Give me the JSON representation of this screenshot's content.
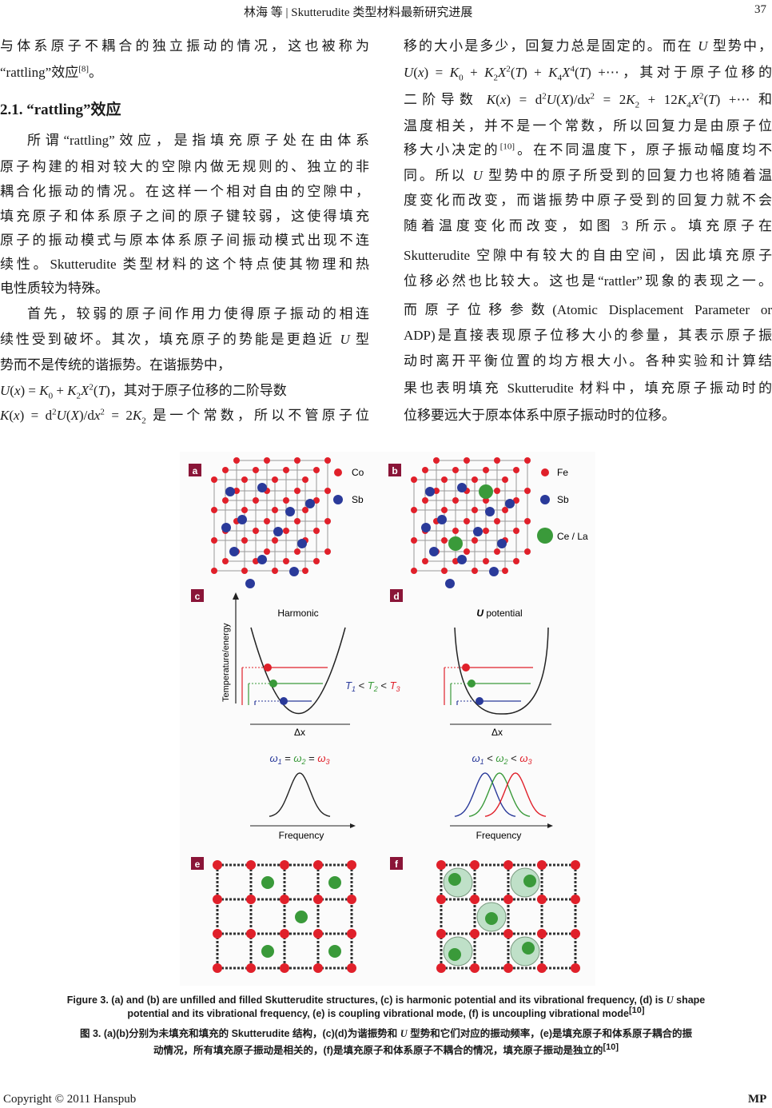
{
  "header": {
    "title": "林海  等  | Skutterudite 类型材料最新研究进展",
    "page_number": "37"
  },
  "left_column": {
    "lines": [
      [
        {
          "t": "与体系原子不耦合的独立振动的情况，这也被称为"
        }
      ],
      [
        {
          "t": "“rattling”效应"
        },
        {
          "sup": "[8]"
        },
        {
          "t": "。"
        }
      ],
      [
        {
          "t": "  所谓“rattling”效应，是指填充原子处在由体系"
        }
      ],
      [
        {
          "t": "原子构建的相对较大的空隙内做无规则的、独立的非"
        }
      ],
      [
        {
          "t": "耦合化振动的情况。在这样一个相对自由的空隙中，"
        }
      ],
      [
        {
          "t": "填充原子和体系原子之间的原子键较弱，这使得填充"
        }
      ],
      [
        {
          "t": "原子的振动模式与原本体系原子间振动模式出现不连"
        }
      ],
      [
        {
          "t": "续性。Skutterudite 类型材料的这个特点使其物理和热"
        }
      ],
      [
        {
          "t": "电性质较为特殊。"
        }
      ],
      [
        {
          "t": "  首先，较弱的原子间作用力使得原子振动的相连"
        }
      ],
      [
        {
          "t": "续性受到破坏。其次，填充原子的势能是更趋近 "
        },
        {
          "i": "U"
        },
        {
          "t": " 型"
        }
      ],
      [
        {
          "t": "势而不是传统的谐振势。在谐振势中，"
        }
      ],
      [
        {
          "i": "U"
        },
        {
          "t": "("
        },
        {
          "i": "x"
        },
        {
          "t": ") = "
        },
        {
          "i": "K"
        },
        {
          "sub": "0"
        },
        {
          "t": " + "
        },
        {
          "i": "K"
        },
        {
          "sub": "2"
        },
        {
          "i": "X"
        },
        {
          "sup": "2"
        },
        {
          "t": "("
        },
        {
          "i": "T"
        },
        {
          "t": ")，其对于原子位移的二阶导数"
        }
      ],
      [
        {
          "i": "K"
        },
        {
          "t": "("
        },
        {
          "i": "x"
        },
        {
          "t": ") = d"
        },
        {
          "sup": "2"
        },
        {
          "i": "U"
        },
        {
          "t": "("
        },
        {
          "i": "X"
        },
        {
          "t": ")/d"
        },
        {
          "i": "x"
        },
        {
          "sup": "2"
        },
        {
          "t": " = 2"
        },
        {
          "i": "K"
        },
        {
          "sub": "2"
        },
        {
          "t": " 是一个常数，所以不管原子位"
        }
      ]
    ],
    "heading": "2.1. “rattling”效应"
  },
  "right_column": {
    "lines": [
      [
        {
          "t": "移的大小是多少，回复力总是固定的。而在 "
        },
        {
          "i": "U"
        },
        {
          "t": " 型势中，"
        }
      ],
      [
        {
          "i": "U"
        },
        {
          "t": "("
        },
        {
          "i": "x"
        },
        {
          "t": ") = "
        },
        {
          "i": "K"
        },
        {
          "sub": "0"
        },
        {
          "t": " + "
        },
        {
          "i": "K"
        },
        {
          "sub": "2"
        },
        {
          "i": "X"
        },
        {
          "sup": "2"
        },
        {
          "t": "("
        },
        {
          "i": "T"
        },
        {
          "t": ") + "
        },
        {
          "i": "K"
        },
        {
          "sub": "4"
        },
        {
          "i": "X"
        },
        {
          "sup": "4"
        },
        {
          "t": "("
        },
        {
          "i": "T"
        },
        {
          "t": ") +⋯，其对于原子位移的"
        }
      ],
      [
        {
          "t": "二阶导数 "
        },
        {
          "i": "K"
        },
        {
          "t": "("
        },
        {
          "i": "x"
        },
        {
          "t": ") = d"
        },
        {
          "sup": "2"
        },
        {
          "i": "U"
        },
        {
          "t": "("
        },
        {
          "i": "X"
        },
        {
          "t": ")/d"
        },
        {
          "i": "x"
        },
        {
          "sup": "2"
        },
        {
          "t": " = 2"
        },
        {
          "i": "K"
        },
        {
          "sub": "2"
        },
        {
          "t": " + 12"
        },
        {
          "i": "K"
        },
        {
          "sub": "4"
        },
        {
          "i": "X"
        },
        {
          "sup": "2"
        },
        {
          "t": "("
        },
        {
          "i": "T"
        },
        {
          "t": ") +⋯  和"
        }
      ],
      [
        {
          "t": "温度相关，并不是一个常数，所以回复力是由原子位"
        }
      ],
      [
        {
          "t": "移大小决定的"
        },
        {
          "sup": "[10]"
        },
        {
          "t": "。在不同温度下，原子振动幅度均不"
        }
      ],
      [
        {
          "t": "同。所以 "
        },
        {
          "i": "U"
        },
        {
          "t": " 型势中的原子所受到的回复力也将随着温"
        }
      ],
      [
        {
          "t": "度变化而改变，而谐振势中原子受到的回复力就不会"
        }
      ],
      [
        {
          "t": "随着温度变化而改变，如图 3 所示。填充原子在"
        }
      ],
      [
        {
          "t": "Skutterudite 空隙中有较大的自由空间，因此填充原子"
        }
      ],
      [
        {
          "t": "位移必然也比较大。这也是“rattler”现象的表现之一。"
        }
      ],
      [
        {
          "t": "而原子位移参数(Atomic Displacement Parameter or"
        }
      ],
      [
        {
          "t": "ADP)是直接表现原子位移大小的参量，其表示原子振"
        }
      ],
      [
        {
          "t": "动时离开平衡位置的均方根大小。各种实验和计算结"
        }
      ],
      [
        {
          "t": "果也表明填充 Skutterudite 材料中，填充原子振动时的"
        }
      ],
      [
        {
          "t": "位移要远大于原本体系中原子振动时的位移。"
        }
      ]
    ]
  },
  "figure": {
    "panel_a": {
      "label": "a",
      "legend": [
        "Co",
        "Sb"
      ]
    },
    "panel_b": {
      "label": "b",
      "legend": [
        "Fe",
        "Sb",
        "Ce / La"
      ]
    },
    "panel_c": {
      "label": "c",
      "title": "Harmonic",
      "y_axis": "Temperature/energy",
      "x_axis": "Δx",
      "freq_relation": [
        "ω",
        "1",
        " = ",
        "ω",
        "2",
        " = ",
        "ω",
        "3"
      ],
      "freq_axis": "Frequency"
    },
    "panel_d": {
      "label": "d",
      "title_italic": "U",
      "title": " potential",
      "x_axis": "Δx",
      "freq_relation": [
        "ω",
        "1",
        " < ",
        "ω",
        "2",
        " < ",
        "ω",
        "3"
      ],
      "freq_axis": "Frequency"
    },
    "temperature_relation": [
      "T",
      "1",
      " < ",
      "T",
      "2",
      " < ",
      "T",
      "3"
    ],
    "panel_e": {
      "label": "e"
    },
    "panel_f": {
      "label": "f"
    },
    "colors": {
      "red": "#e0202a",
      "green": "#3a9a3a",
      "blue": "#2a3a9a",
      "badge": "#8a1538"
    }
  },
  "caption": {
    "en_line1": "Figure 3. (a) and (b) are unfilled and filled Skutterudite structures, (c) is harmonic potential and its vibrational frequency, (d) is ",
    "en_line1_italic": "U",
    "en_line1_end": " shape",
    "en_line2": "potential and its vibrational frequency, (e) is coupling vibrational mode, (f) is uncoupling vibrational mode",
    "en_ref": "[10]",
    "zh_line1": "图 3. (a)(b)分别为未填充和填充的 Skutterudite 结构，(c)(d)为谐振势和 ",
    "zh_line1_italic": "U",
    "zh_line1_end": " 型势和它们对应的振动频率，(e)是填充原子和体系原子耦合的振",
    "zh_line2": "动情况，所有填充原子振动是相关的，(f)是填充原子和体系原子不耦合的情况，填充原子振动是独立的",
    "zh_ref": "[10]"
  },
  "footer": {
    "copyright": "Copyright © 2011 Hanspub",
    "journal": "MP"
  }
}
